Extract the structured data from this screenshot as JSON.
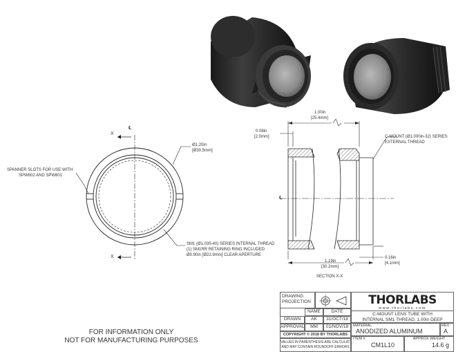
{
  "views": {
    "left_section_mark_top": "X",
    "left_section_mark_bottom": "X",
    "centerline_mark": "℄",
    "left_dims": {
      "od_in": "Ø1.20in",
      "od_mm": "[Ø30.5mm]",
      "spanner_l1": "SPANNER SLOTS FOR USE WITH",
      "spanner_l2": "SPW602 AND SPW801",
      "thread_l1": "SM1 (Ø1.035-40) SERIES INTERNAL THREAD",
      "thread_l2": "(1) SM1RR RETAINING RING INCLUDED",
      "thread_l3": "Ø0.90in [Ø22.9mm] CLEAR APERTURE"
    },
    "section": {
      "top_len_in": "1.00in",
      "top_len_mm": "[25.4mm]",
      "wall_in": "0.08in",
      "wall_mm": "[2.0mm]",
      "cmount_l1": "C-MOUNT (Ø1.000in-32) SERIES",
      "cmount_l2": "EXTERNAL THREAD",
      "bottom_len_in": "1.19in",
      "bottom_len_mm": "[30.2mm]",
      "step_in": "0.16in",
      "step_mm": "[4.1mm]",
      "caption": "SECTION X-X"
    }
  },
  "notice_line1": "FOR INFORMATION ONLY",
  "notice_line2": "NOT FOR MANUFACTURING PURPOSES",
  "title_block": {
    "drawing_projection": "DRAWING\nPROJECTION",
    "name_header": "NAME",
    "date_header": "DATE",
    "drawn_label": "DRAWN",
    "drawn_name": "AK",
    "drawn_date": "31/OCT/18",
    "approval_label": "APPROVAL",
    "approval_name": "MM",
    "approval_date": "01/NOV/18",
    "copyright": "COPYRIGHT © 2018 BY THORLABS",
    "values_note_1": "VALUES IN PARENTHESIS ARE CALCULATED",
    "values_note_2": "AND MAY CONTAIN ROUNDOFF ERRORS",
    "logo_text": "THORLABS",
    "website": "www.thorlabs.com",
    "description_1": "C-MOUNT LENS TUBE WITH",
    "description_2": "INTERNAL SM1 THREAD, 1.00in DEEP",
    "material_label": "MATERIAL",
    "material": "ANODIZED ALUMINUM",
    "rev_label": "REV",
    "rev": "A",
    "item_label": "ITEM #",
    "item": "CM1L10",
    "weight_label": "APPROX WEIGHT",
    "weight": "14.6 g"
  }
}
